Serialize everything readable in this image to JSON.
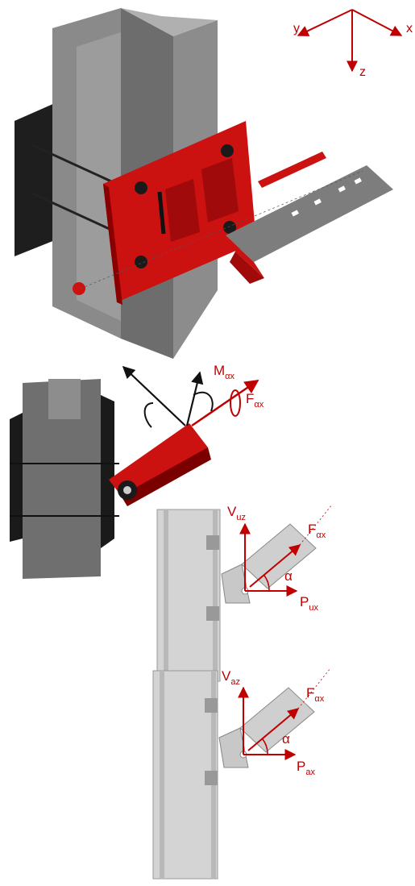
{
  "axes": {
    "y": "y",
    "x": "x",
    "z": "z"
  },
  "section2": {
    "moment": {
      "main": "M",
      "sub": "αx"
    },
    "force": {
      "main": "F",
      "sub": "αx"
    }
  },
  "section3": {
    "vertical": {
      "main": "V",
      "sub": "uz"
    },
    "axial": {
      "main": "F",
      "sub": "αx"
    },
    "angle": "α",
    "horizontal": {
      "main": "P",
      "sub": "ux"
    }
  },
  "section4": {
    "vertical": {
      "main": "V",
      "sub": "az"
    },
    "axial": {
      "main": "F",
      "sub": "αx"
    },
    "angle": "α",
    "horizontal": {
      "main": "P",
      "sub": "ax"
    }
  },
  "colors": {
    "accent": "#c00000",
    "steel": "#7a7a7a",
    "plate": "#cc1111",
    "black": "#1a1a1a"
  }
}
